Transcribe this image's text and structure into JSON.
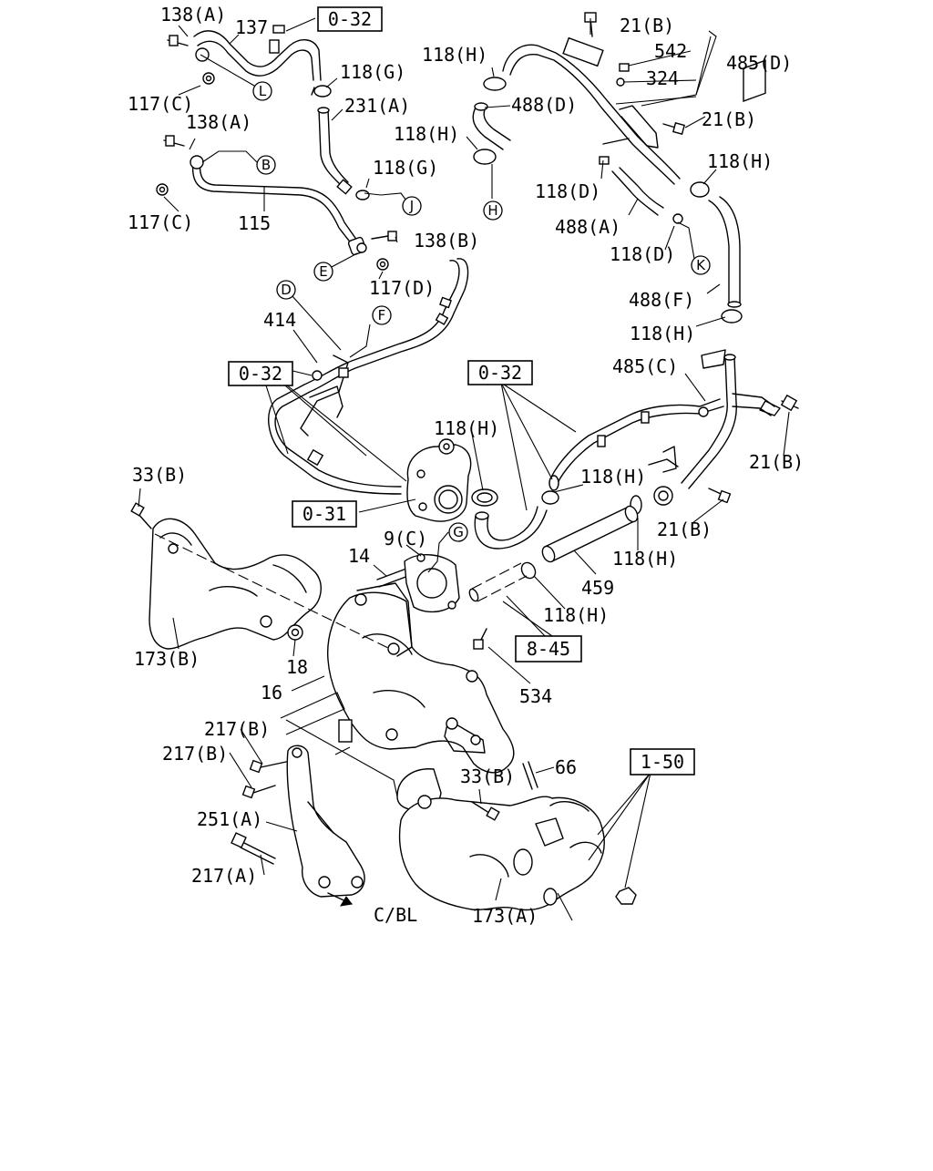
{
  "part_labels": {
    "p138A_1": "138(A)",
    "p137": "137",
    "p117C_1": "117(C)",
    "p138A_2": "138(A)",
    "p117C_2": "117(C)",
    "p115": "115",
    "p118G_1": "118(G)",
    "p231A": "231(A)",
    "p118G_2": "118(G)",
    "p138B": "138(B)",
    "p117D": "117(D)",
    "p414": "414",
    "p118H_1": "118(H)",
    "p488D": "488(D)",
    "p118H_2": "118(H)",
    "p21B_1": "21(B)",
    "p542": "542",
    "p324": "324",
    "p485D": "485(D)",
    "p21B_2": "21(B)",
    "p118H_3": "118(H)",
    "p118D_1": "118(D)",
    "p488A": "488(A)",
    "p118D_2": "118(D)",
    "p488F": "488(F)",
    "p118H_4": "118(H)",
    "p485C": "485(C)",
    "p21B_3": "21(B)",
    "p118H_5": "118(H)",
    "p118H_6": "118(H)",
    "p21B_4": "21(B)",
    "p118H_7": "118(H)",
    "p459": "459",
    "p118H_8": "118(H)",
    "p33B_1": "33(B)",
    "p14": "14",
    "p9C": "9(C)",
    "p173B": "173(B)",
    "p18": "18",
    "p16": "16",
    "p534": "534",
    "p217B_1": "217(B)",
    "p217B_2": "217(B)",
    "p66": "66",
    "p33B_2": "33(B)",
    "p251A": "251(A)",
    "p217A": "217(A)",
    "p173A": "173(A)",
    "pCBL": "C/BL"
  },
  "reference_boxes": {
    "r032_top": "0-32",
    "r032_left": "0-32",
    "r032_mid": "0-32",
    "r031": "0-31",
    "r845": "8-45",
    "r150": "1-50"
  },
  "circle_markers": {
    "mL": "L",
    "mB": "B",
    "mJ": "J",
    "mE": "E",
    "mH": "H",
    "mK": "K",
    "mD": "D",
    "mF": "F",
    "mG": "G"
  }
}
